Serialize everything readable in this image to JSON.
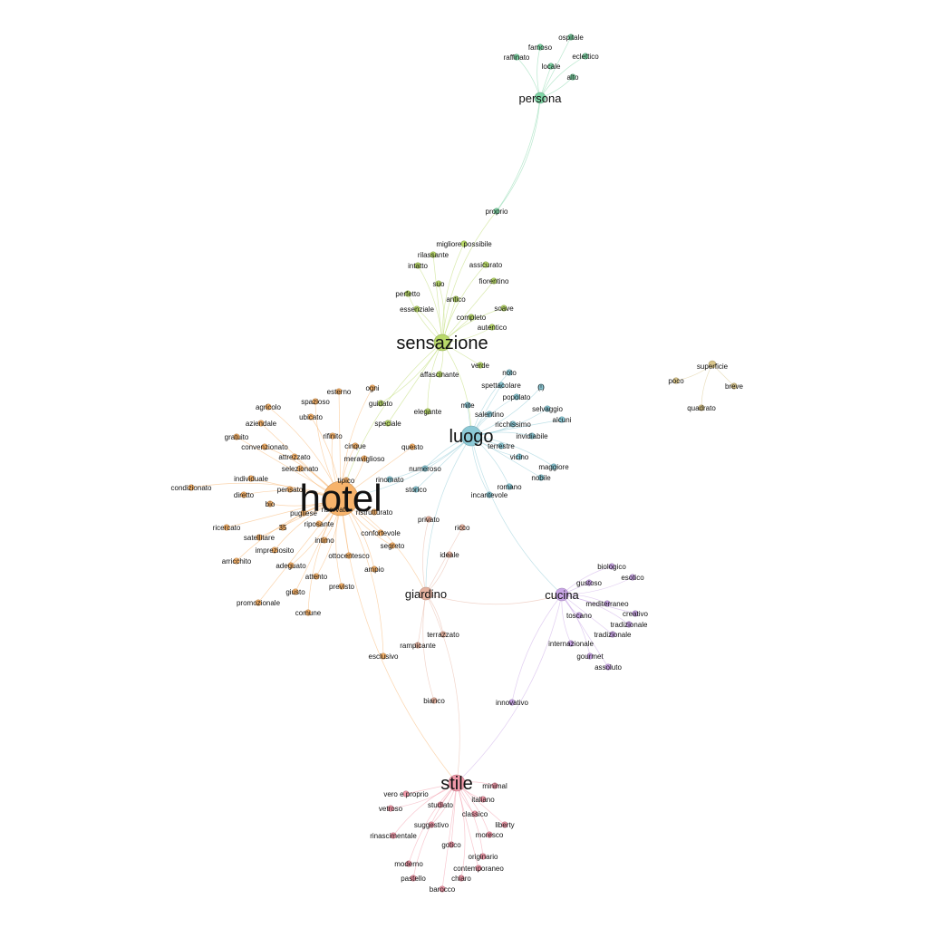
{
  "colors": {
    "persona": "#7fd6a6",
    "sensazione": "#b9d96a",
    "luogo": "#8cc9d6",
    "hotel": "#f7b36b",
    "cucina": "#c9a6e6",
    "giardino": "#e6b3a0",
    "stile": "#f29aaa",
    "superficie": "#d9c58a"
  },
  "clusters": [
    {
      "hub": "persona",
      "color_key": "persona",
      "size": "mid",
      "words": [
        "famoso",
        "ospitale",
        "raffinato",
        "eclettico",
        "locale",
        "alto",
        "proprio"
      ]
    },
    {
      "hub": "sensazione",
      "color_key": "sensazione",
      "size": "big",
      "words": [
        "migliore possibile",
        "rilassante",
        "intatto",
        "assicurato",
        "fiorentino",
        "suo",
        "perfetto",
        "antico",
        "essenziale",
        "soave",
        "completo",
        "autentico",
        "affascinante",
        "verde",
        "elegante",
        "guidato",
        "speciale"
      ]
    },
    {
      "hub": "luogo",
      "color_key": "luogo",
      "size": "big",
      "words": [
        "noto",
        "spettacolare",
        "(!)",
        "popolato",
        "mite",
        "selvaggio",
        "salentino",
        "alcuni",
        "ricchissimo",
        "invidiabile",
        "terrestre",
        "vicino",
        "maggiore",
        "nobile",
        "numeroso",
        "romano",
        "storico",
        "incantevole",
        "rinomato"
      ]
    },
    {
      "hub": "hotel",
      "color_key": "hotel",
      "size": "huge",
      "words": [
        "ogni",
        "esterno",
        "agricolo",
        "spazioso",
        "aziendale",
        "ubicato",
        "rifinito",
        "gratuito",
        "convenzionato",
        "cinque",
        "attrezzato",
        "meraviglioso",
        "selezionato",
        "individuale",
        "condizionato",
        "tipico",
        "pensato",
        "diretto",
        "bio",
        "pugliese",
        "ristrutturato",
        "riservato",
        "ricercato",
        "35",
        "riposante",
        "satellitare",
        "impreziosito",
        "intimo",
        "confortevole",
        "arricchito",
        "adeguato",
        "ottocentesco",
        "segreto",
        "attento",
        "giusto",
        "previsto",
        "ampio",
        "promozionale",
        "comune",
        "esclusivo",
        "questo"
      ]
    },
    {
      "hub": "cucina",
      "color_key": "cucina",
      "size": "mid",
      "words": [
        "biologico",
        "gustoso",
        "esotico",
        "mediterraneo",
        "creativo",
        "toscano",
        "tradizionale",
        "tradizionale",
        "internazionale",
        "gourmet",
        "assoluto",
        "innovativo"
      ]
    },
    {
      "hub": "giardino",
      "color_key": "giardino",
      "size": "mid",
      "words": [
        "privato",
        "ricco",
        "ideale",
        "terrazzato",
        "rampicante",
        "bianco"
      ]
    },
    {
      "hub": "stile",
      "color_key": "stile",
      "size": "big",
      "words": [
        "minimal",
        "vero e proprio",
        "italiano",
        "vetroso",
        "studiato",
        "classico",
        "suggestivo",
        "liberty",
        "rinascimentale",
        "moresco",
        "gotico",
        "moderno",
        "originario",
        "contemporaneo",
        "pastello",
        "chiaro",
        "barocco"
      ]
    },
    {
      "hub": "superficie",
      "color_key": "superficie",
      "size": "small",
      "words": [
        "poco",
        "breve",
        "quadrato"
      ]
    }
  ],
  "cross_links": [
    [
      "persona",
      "proprio"
    ],
    [
      "proprio",
      "sensazione"
    ],
    [
      "sensazione",
      "luogo"
    ],
    [
      "sensazione",
      "hotel"
    ],
    [
      "luogo",
      "hotel"
    ],
    [
      "luogo",
      "cucina"
    ],
    [
      "hotel",
      "giardino"
    ],
    [
      "hotel",
      "stile"
    ],
    [
      "giardino",
      "stile"
    ],
    [
      "giardino",
      "cucina"
    ],
    [
      "cucina",
      "stile"
    ],
    [
      "luogo",
      "giardino"
    ]
  ]
}
